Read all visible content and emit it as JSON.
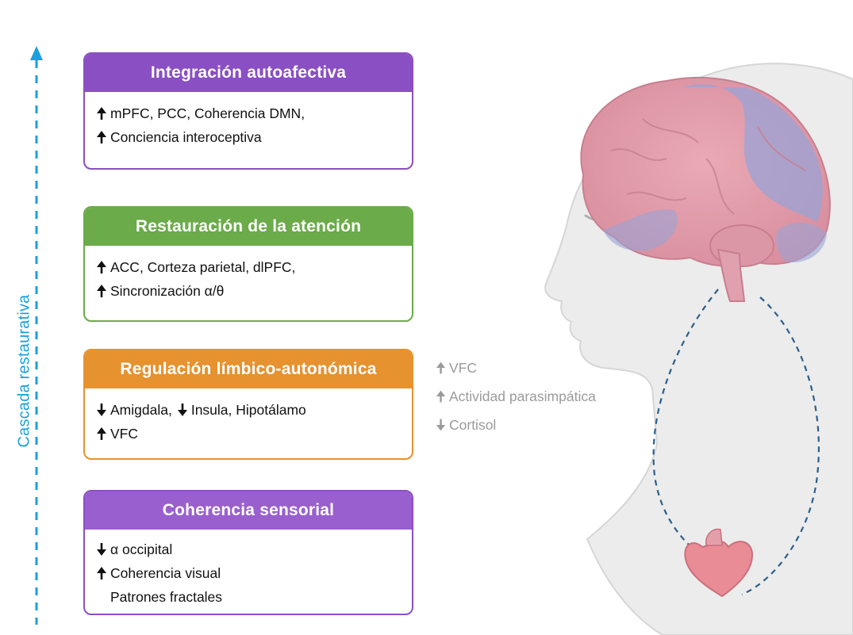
{
  "axis": {
    "label": "Cascada restaurativa"
  },
  "colors": {
    "purple": "#8a4fc2",
    "green": "#6bab4a",
    "orange": "#e6922e",
    "axis": "#1aa0dc",
    "up": "#111111",
    "muted": "#9b9b9b"
  },
  "cards": [
    {
      "title": "Integración autoafectiva",
      "lines": [
        {
          "arrow": "up",
          "text": "mPFC, PCC, Coherencia DMN,"
        },
        {
          "arrow": "up",
          "text": "Conciencia interoceptiva"
        }
      ]
    },
    {
      "title": "Restauración de la atención",
      "lines": [
        {
          "arrow": "up",
          "text": "ACC, Corteza parietal, dlPFC,"
        },
        {
          "arrow": "up",
          "text": "Sincronización α/θ"
        }
      ]
    },
    {
      "title": "Regulación límbico-autonómica",
      "lines": [
        {
          "arrow": "down",
          "text": "Amigdala,"
        },
        {
          "arrow": "down",
          "text": "Insula, Hipotálamo"
        },
        {
          "arrow": "up",
          "text": "VFC"
        }
      ]
    },
    {
      "title": "Coherencia sensorial",
      "lines": [
        {
          "arrow": "down",
          "text": "α occipital"
        },
        {
          "arrow": "up",
          "text": "Coherencia visual"
        },
        {
          "arrow": "none",
          "text": "Patrones fractales"
        }
      ]
    }
  ],
  "side_effects": [
    {
      "arrow": "up",
      "text": "VFC"
    },
    {
      "arrow": "up",
      "text": "Actividad parasimpática"
    },
    {
      "arrow": "down",
      "text": "Cortisol"
    }
  ]
}
